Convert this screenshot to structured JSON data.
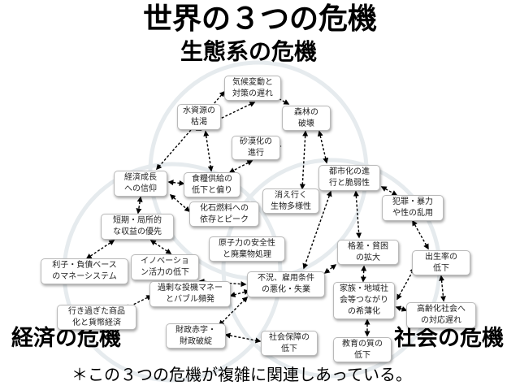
{
  "titles": {
    "main": "世界の３つの危機",
    "ecology": "生態系の危機",
    "economy": "経済の危機",
    "society": "社会の危機",
    "footnote": "＊この３つの危機が複雑に関連しあっている。"
  },
  "nodes": {
    "climate": "気候変動と\n対策の遅れ",
    "water": "水資源の\n枯渇",
    "forest": "森林の\n破壊",
    "desert": "砂漠化の\n進行",
    "growth": "経済成長\nへの信仰",
    "food": "食糧供給の\n低下と偏り",
    "urban": "都市化の進\n行と脆弱性",
    "fossil": "化石燃料への\n依存とピーク",
    "species": "消え行く\n生物多様性",
    "crime": "犯罪・暴力\nや性の乱用",
    "shortterm": "短期・局所的\nな収益の優先",
    "nuclear": "原子力の安全性\nと廃棄物処理",
    "inequality": "格差・貧困\nの拡大",
    "interest": "利子・負債ベース\nのマネーシステム",
    "innovation": "イノベーショ\nン活力の低下",
    "birthrate": "出生率の\n低下",
    "recession": "不況、雇用条件\nの悪化・失業",
    "speculation": "過剰な投機マネー\nとバブル頻発",
    "family": "家族・地域社\n会等つながり\nの希薄化",
    "commodity": "行き過ぎた商品\n化と貨幣経済",
    "aging": "高齢化社会へ\nの対応遅れ",
    "fiscal": "財政赤字・\n財政破綻",
    "security": "社会保障の\n低下",
    "education": "教育の質の\n低下"
  },
  "colors": {
    "circle": "#e6ebee",
    "box_border": "#b9b9b9",
    "arrow": "#000000"
  }
}
